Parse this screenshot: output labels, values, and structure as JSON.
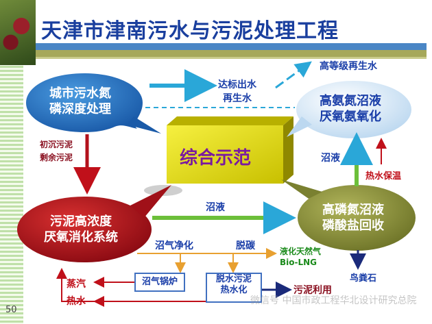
{
  "title": "天津市津南污水与污泥处理工程",
  "page_number": "50",
  "center_box": "综合示范",
  "nodes": {
    "urban_wastewater": [
      "城市污水氮",
      "磷深度处理"
    ],
    "anammox": [
      "高氨氮沼液",
      "厌氧氨氧化"
    ],
    "digestion": [
      "污泥高浓度",
      "厌氧消化系统"
    ],
    "phosphate": [
      "高磷氮沼液",
      "磷酸盐回收"
    ]
  },
  "edges": {
    "reclaimed_water": [
      "达标出水",
      "再生水"
    ],
    "high_grade_water": "高等级再生水",
    "primary_sludge": [
      "初沉污泥",
      "剩余污泥"
    ],
    "biogas_slurry_1": "沼液",
    "biogas_slurry_2": "沼液",
    "hot_water_insulation": "热水保温",
    "biogas_purification": "沼气净化",
    "decarbonization": "脱碳",
    "lng": [
      "液化天然气",
      "Bio-LNG"
    ],
    "struvite": "鸟粪石",
    "steam": "蒸汽",
    "hot_water": "热水",
    "sludge_use": "污泥利用"
  },
  "boxes": {
    "boiler": "沼气锅炉",
    "dewatering": [
      "脱水污泥",
      "热水化"
    ]
  },
  "watermark": "微信号 中国市政工程华北设计研究总院",
  "colors": {
    "title": "#1a3f9e",
    "bubble_blue": "#1f6fc4",
    "bubble_light": "#d8eaf8",
    "bubble_red": "#b3121c",
    "bubble_olive": "#8e9440",
    "center_gold": "#e8e000",
    "arrow_cyan": "#2aa7d8",
    "arrow_green": "#6cbf3a",
    "arrow_red": "#c0101a",
    "arrow_orange": "#e8a030",
    "arrow_navy": "#1a2a7a"
  }
}
